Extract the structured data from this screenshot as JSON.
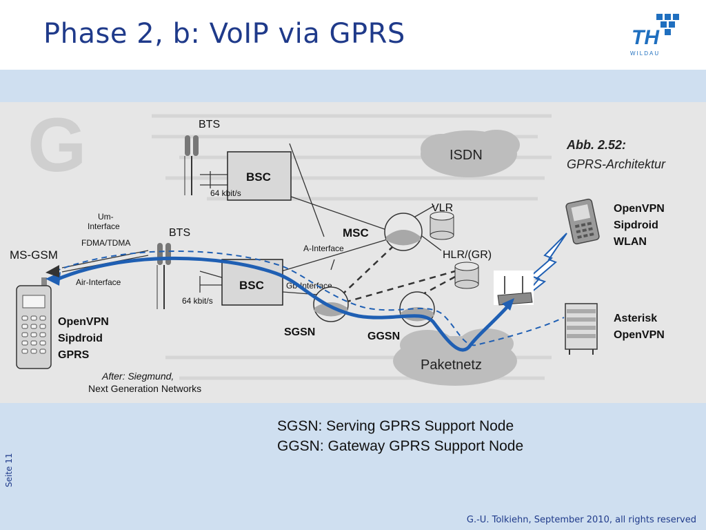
{
  "slide": {
    "title": "Phase 2, b: VoIP via GPRS",
    "logo_text": "WILDAU",
    "page_label": "Seite 11",
    "footer": "G.-U. Tolkiehn, September 2010, all rights reserved"
  },
  "definitions": [
    "SGSN: Serving GPRS Support Node",
    "GGSN: Gateway GPRS Support Node"
  ],
  "diagram": {
    "caption_number": "Abb. 2.52:",
    "caption_title": "GPRS-Architektur",
    "source_line1": "After: Siegmund,",
    "source_line2": "Next Generation Networks",
    "labels": {
      "bts_top": "BTS",
      "bts_bottom": "BTS",
      "bsc_top": "BSC",
      "bsc_bottom": "BSC",
      "speed_top": "64 kbit/s",
      "speed_bottom": "64 kbit/s",
      "um_interface": "Um-",
      "um_interface2": "Interface",
      "fdma": "FDMA/TDMA",
      "ms_gsm": "MS-GSM",
      "air_interface": "Air-Interface",
      "a_interface": "A-Interface",
      "gb_interface": "Gb-Interface",
      "msc": "MSC",
      "vlr": "VLR",
      "hlr": "HLR/(GR)",
      "isdn": "ISDN",
      "sgsn": "SGSN",
      "ggsn": "GGSN",
      "paketnetz": "Paketnetz"
    },
    "left_device": [
      "OpenVPN",
      "Sipdroid",
      "GPRS"
    ],
    "smartphone": [
      "OpenVPN",
      "Sipdroid",
      "WLAN"
    ],
    "server": [
      "Asterisk",
      "OpenVPN"
    ]
  },
  "colors": {
    "title": "#1f3a8a",
    "band": "#cfdff0",
    "path_blue": "#1f5fb3"
  }
}
